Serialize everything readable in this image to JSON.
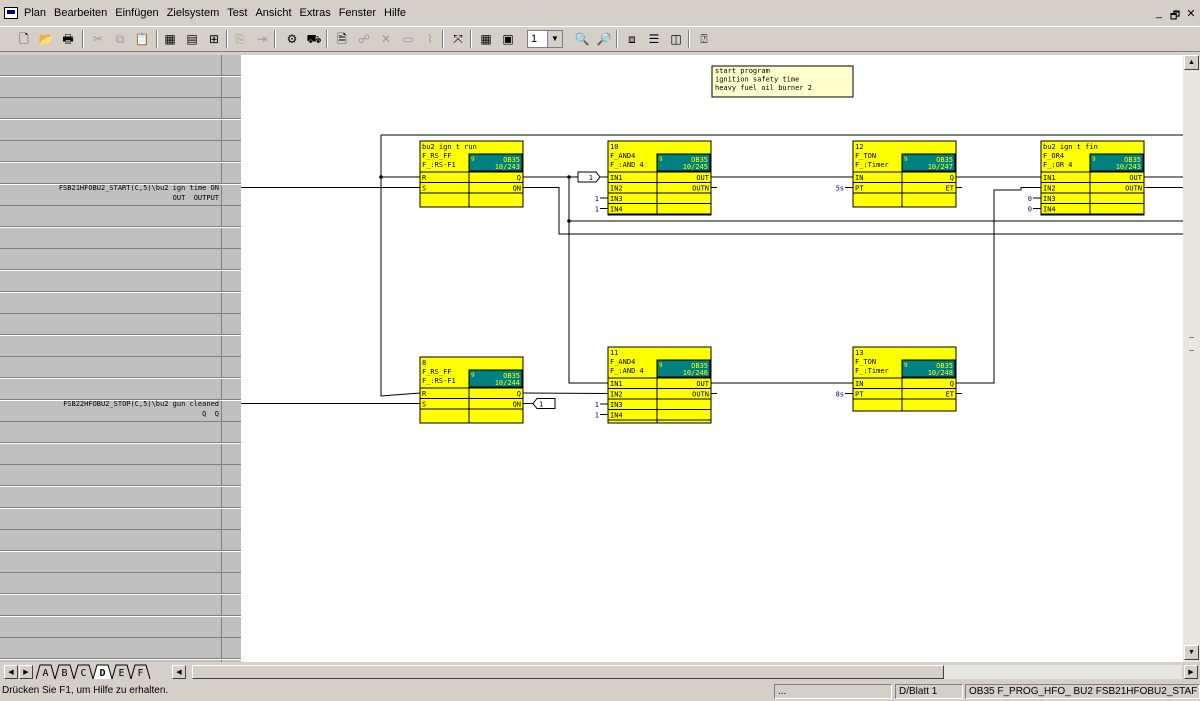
{
  "menu": [
    "Plan",
    "Bearbeiten",
    "Einfügen",
    "Zielsystem",
    "Test",
    "Ansicht",
    "Extras",
    "Fenster",
    "Hilfe"
  ],
  "window_controls": {
    "minimize": "_",
    "restore": "🗗",
    "close": "✕"
  },
  "toolbar": {
    "zoom_select": "1"
  },
  "signals": [
    {
      "line1": "FSB21HFOBU2_START(C,5)\\bu2 ign time ON",
      "line2": "OUT  OUTPUT"
    },
    {
      "line1": "FSB22HFOBU2_STOP(C,5)\\bu2 gun cleaned",
      "line2": "Q  Q"
    }
  ],
  "comment": [
    "start program",
    "ignition safety time",
    "heavy fuel oil burner 2"
  ],
  "blocks": [
    {
      "id": "b1",
      "title": "bu2 ign t run",
      "type": "F_RS_FF",
      "sub": "F_:RS-F1",
      "ob_num": "9",
      "ob": "OB35",
      "ob_ref": "10/243",
      "inputs": [
        "R",
        "S"
      ],
      "outputs": [
        "Q",
        "QN"
      ]
    },
    {
      "id": "b2",
      "title": "10",
      "type": "F_AND4",
      "sub": "F_:AND 4",
      "ob_num": "9",
      "ob": "OB35",
      "ob_ref": "10/245",
      "inputs": [
        "IN1",
        "IN2",
        "IN3",
        "IN4"
      ],
      "outputs": [
        "OUT",
        "OUTN"
      ]
    },
    {
      "id": "b3",
      "title": "12",
      "type": "F_TON",
      "sub": "F_:Timer",
      "ob_num": "9",
      "ob": "OB35",
      "ob_ref": "10/247",
      "inputs": [
        "IN",
        "PT"
      ],
      "outputs": [
        "Q",
        "ET"
      ]
    },
    {
      "id": "b4",
      "title": "bu2 ign t fin",
      "type": "F_OR4",
      "sub": "F_:OR 4",
      "ob_num": "9",
      "ob": "OB35",
      "ob_ref": "10/243",
      "inputs": [
        "IN1",
        "IN2",
        "IN3",
        "IN4"
      ],
      "outputs": [
        "OUT",
        "OUTN"
      ]
    },
    {
      "id": "b5",
      "title": "8",
      "type": "F_RS_FF",
      "sub": "F_:RS-F1",
      "ob_num": "9",
      "ob": "OB35",
      "ob_ref": "10/244",
      "inputs": [
        "R",
        "S"
      ],
      "outputs": [
        "Q",
        "QN"
      ]
    },
    {
      "id": "b6",
      "title": "11",
      "type": "F_AND4",
      "sub": "F_:AND 4",
      "ob_num": "9",
      "ob": "OB35",
      "ob_ref": "10/246",
      "inputs": [
        "IN1",
        "IN2",
        "IN3",
        "IN4"
      ],
      "outputs": [
        "OUT",
        "OUTN"
      ]
    },
    {
      "id": "b7",
      "title": "13",
      "type": "F_TON",
      "sub": "F_:Timer",
      "ob_num": "9",
      "ob": "OB35",
      "ob_ref": "10/248",
      "inputs": [
        "IN",
        "PT"
      ],
      "outputs": [
        "Q",
        "ET"
      ]
    }
  ],
  "params": {
    "b2_in1": "1",
    "b2_in3": "1",
    "b2_in4": "1",
    "b3_pt": "5s",
    "b4_in3": "0",
    "b4_in4": "0",
    "b6_in3": "1",
    "b6_in4": "1",
    "b7_pt": "8s",
    "b5_qn": "1"
  },
  "sheet_tabs": [
    "A",
    "B",
    "C",
    "D",
    "E",
    "F"
  ],
  "active_tab": "D",
  "status": {
    "help": "Drücken Sie F1, um Hilfe zu erhalten.",
    "mode": "...",
    "page": "D/Blatt 1",
    "path": "OB35  F_PROG_HFO_ BU2  FSB21HFOBU2_STAF"
  },
  "colors": {
    "block_fill": "#ffff00",
    "ob_fill": "#008080"
  }
}
